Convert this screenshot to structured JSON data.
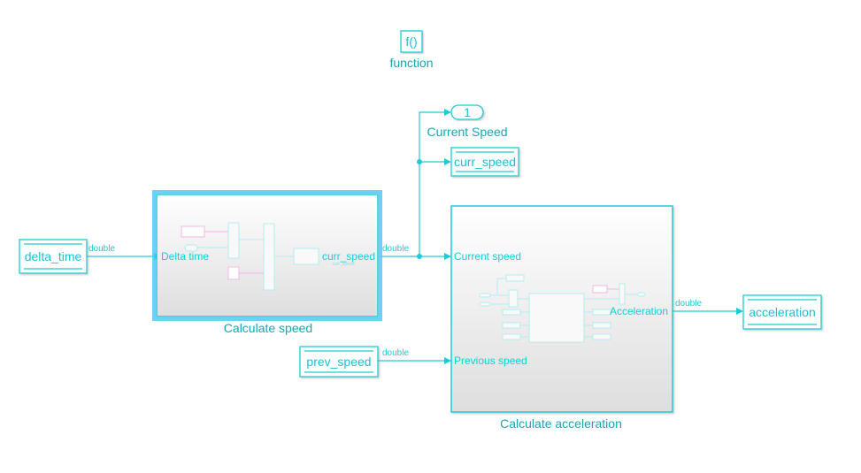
{
  "function_block": {
    "glyph": "f()",
    "label": "function"
  },
  "outport": {
    "number": "1",
    "label": "Current Speed"
  },
  "goto_curr_speed": {
    "tag": "curr_speed"
  },
  "from_delta_time": {
    "tag": "delta_time"
  },
  "from_prev_speed": {
    "tag": "prev_speed"
  },
  "goto_acceleration": {
    "tag": "acceleration"
  },
  "subsystem_speed": {
    "name": "Calculate speed",
    "in_port": "Delta time",
    "out_port": "curr_speed",
    "inner_label": "curr_speed"
  },
  "subsystem_accel": {
    "name": "Calculate acceleration",
    "in_ports": [
      "Current speed",
      "Previous speed"
    ],
    "out_port": "Acceleration"
  },
  "signals": {
    "delta_time": "double",
    "curr_speed": "double",
    "prev_speed": "double",
    "acceleration": "double"
  },
  "colors": {
    "line": "#1ccbd6",
    "label": "#10a9b5",
    "selection": "#4cc3f5"
  }
}
